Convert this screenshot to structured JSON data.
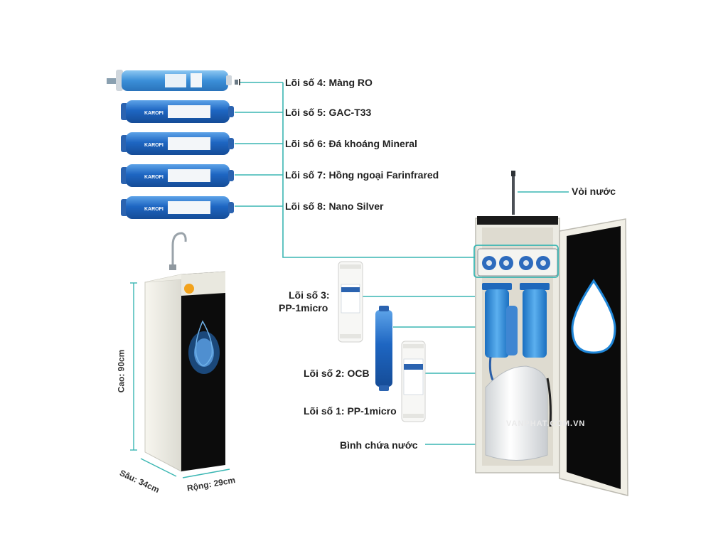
{
  "labels": {
    "core4": "Lõi số 4: Màng RO",
    "core5": "Lõi số 5: GAC-T33",
    "core6": "Lõi số 6: Đá khoáng Mineral",
    "core7": "Lõi số 7: Hồng ngoại Farinfrared",
    "core8": "Lõi số 8: Nano Silver",
    "faucet": "Vòi nước",
    "core3_line1": "Lõi số 3:",
    "core3_line2": "PP-1micro",
    "core2": "Lõi số 2: OCB",
    "core1": "Lõi số 1: PP-1micro",
    "tank": "Bình chứa nước"
  },
  "dimensions": {
    "height": "Cao: 90cm",
    "depth": "Sâu: 34cm",
    "width": "Rộng: 29cm"
  },
  "watermark": "VANPHAT.COM.VN",
  "colors": {
    "leader_line": "#3ab6b3",
    "filter_blue": "#2f74c4",
    "cabinet": "#ecebe3",
    "glass": "#0b0b0b"
  }
}
